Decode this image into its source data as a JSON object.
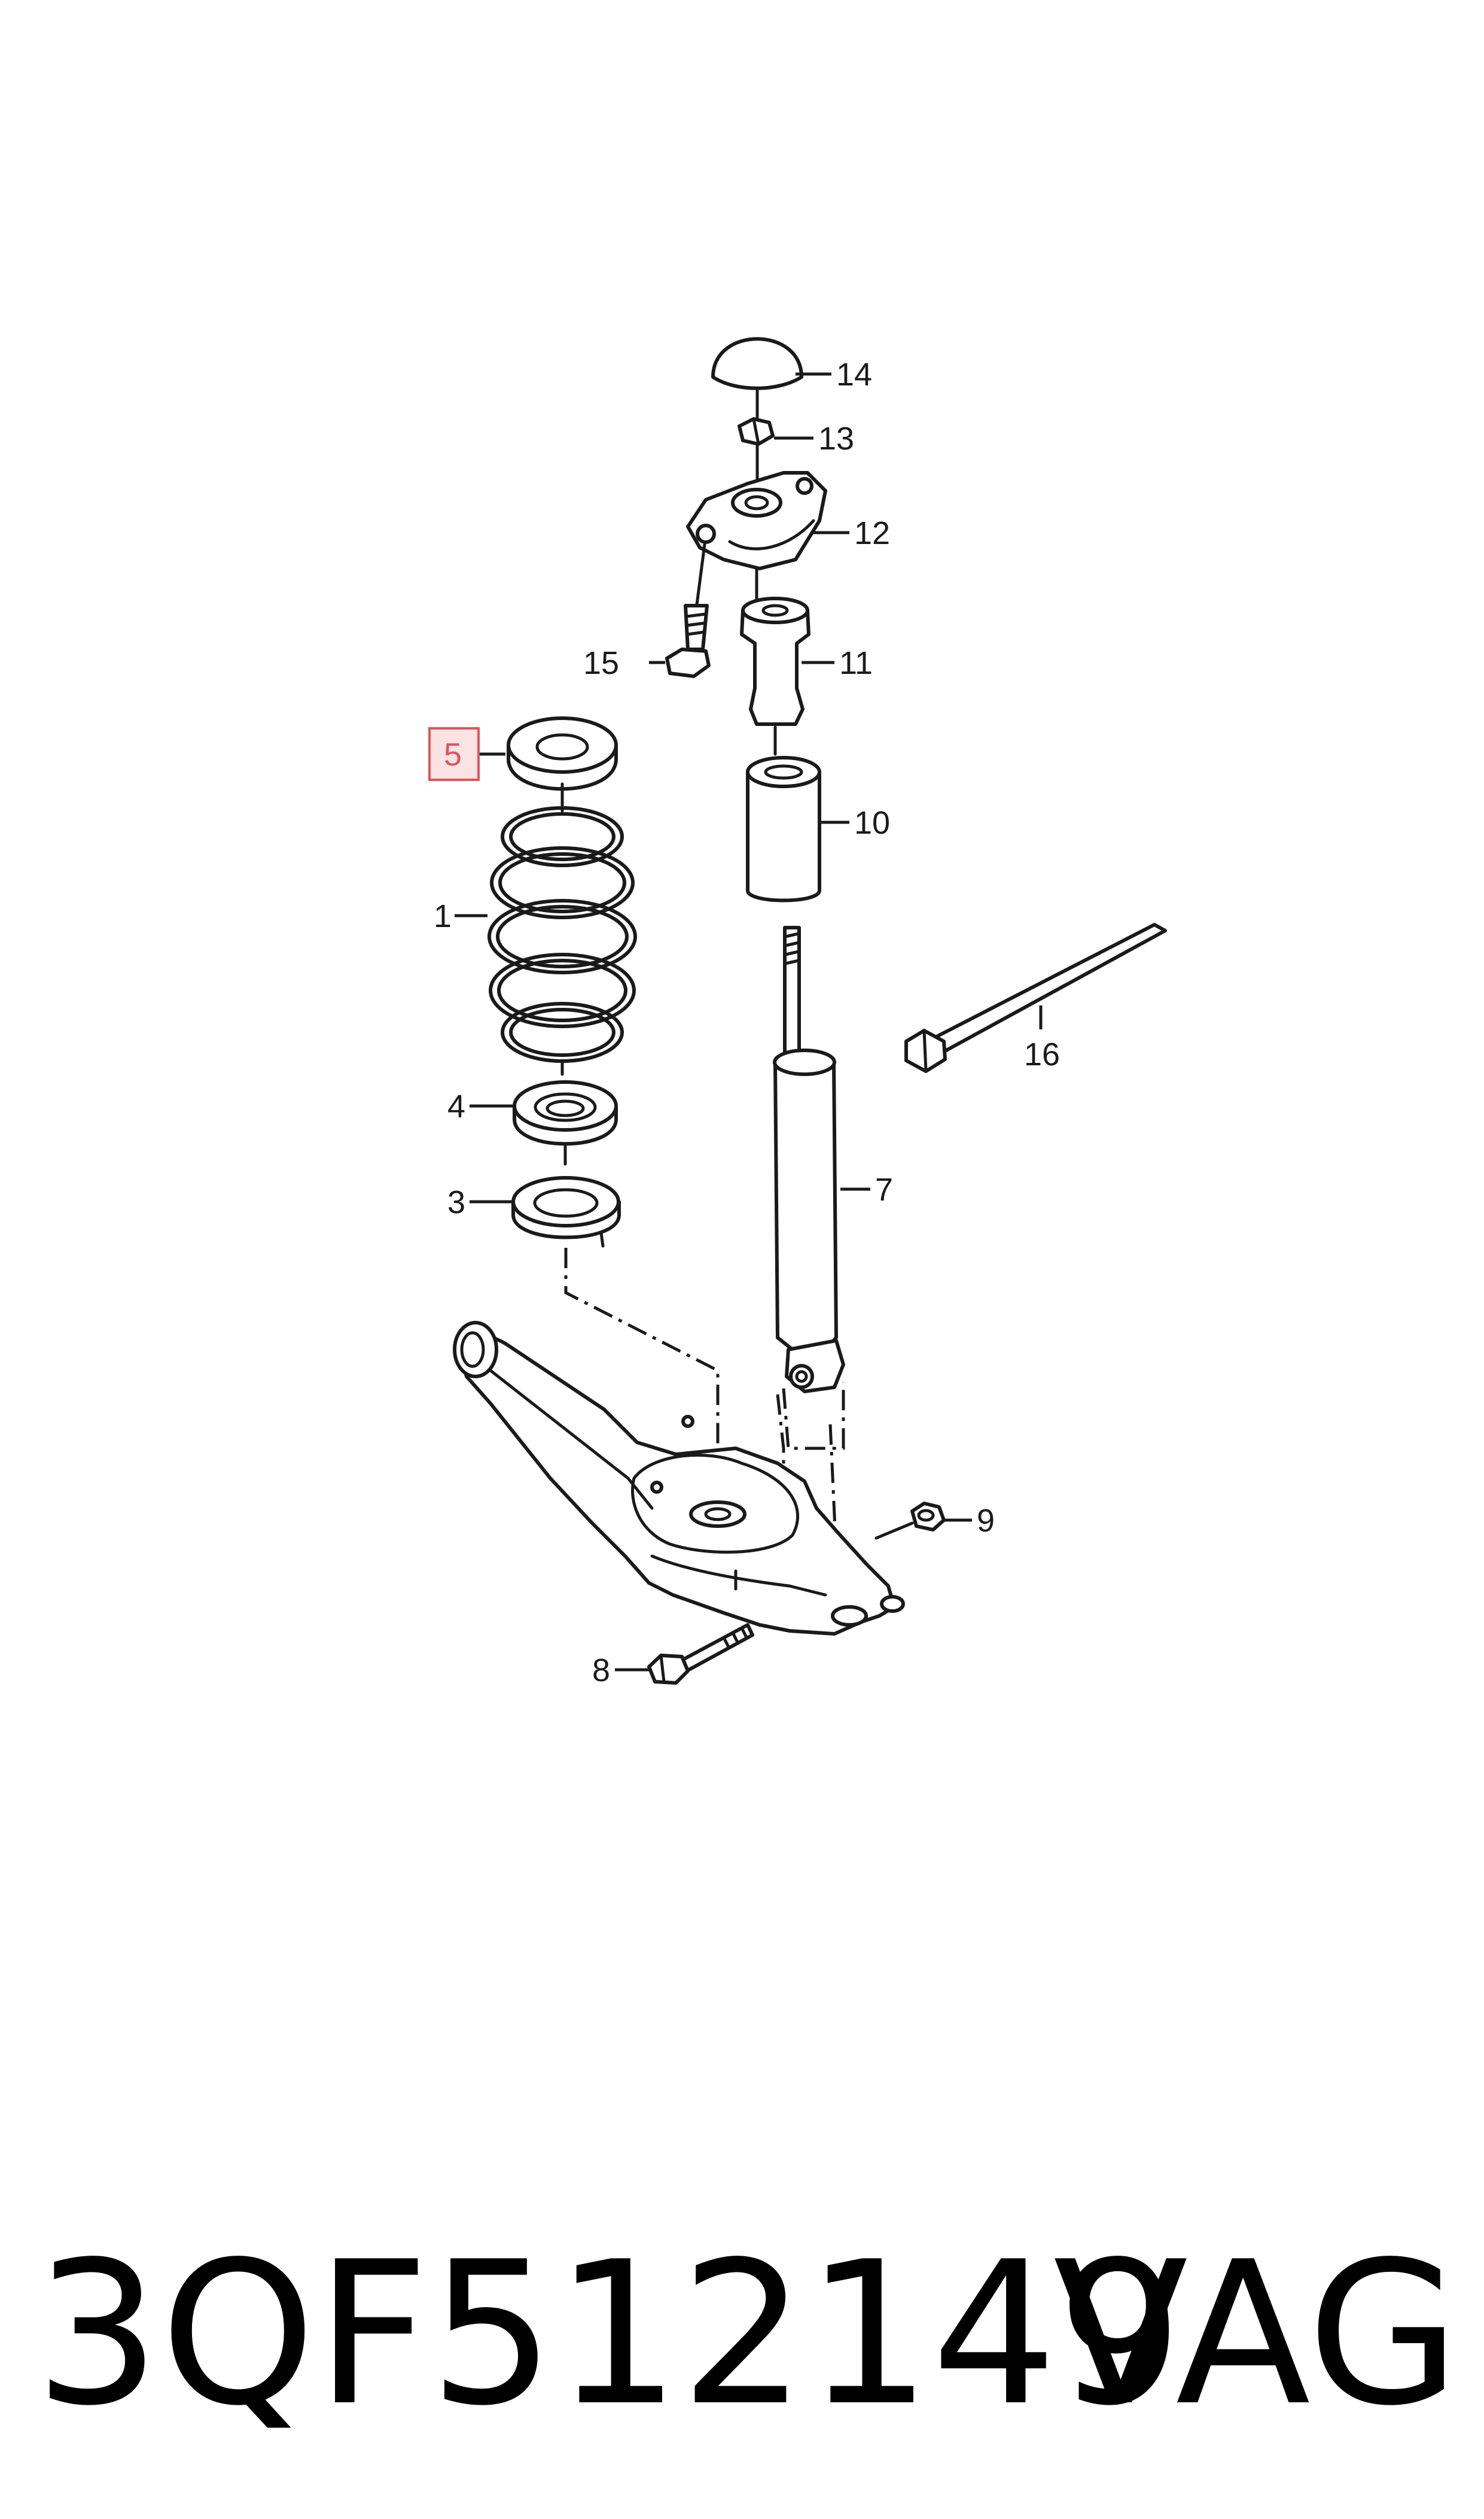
{
  "diagram": {
    "highlight_color": "#e0545a",
    "callouts": {
      "c1": "1",
      "c3": "3",
      "c4": "4",
      "c5": "5",
      "c7": "7",
      "c8": "8",
      "c9": "9",
      "c10": "10",
      "c11": "11",
      "c12": "12",
      "c13": "13",
      "c14": "14",
      "c15": "15",
      "c16": "16"
    },
    "highlighted_callout": "5"
  },
  "footer": {
    "part_number": "3QF512149",
    "brand": "VAG"
  }
}
